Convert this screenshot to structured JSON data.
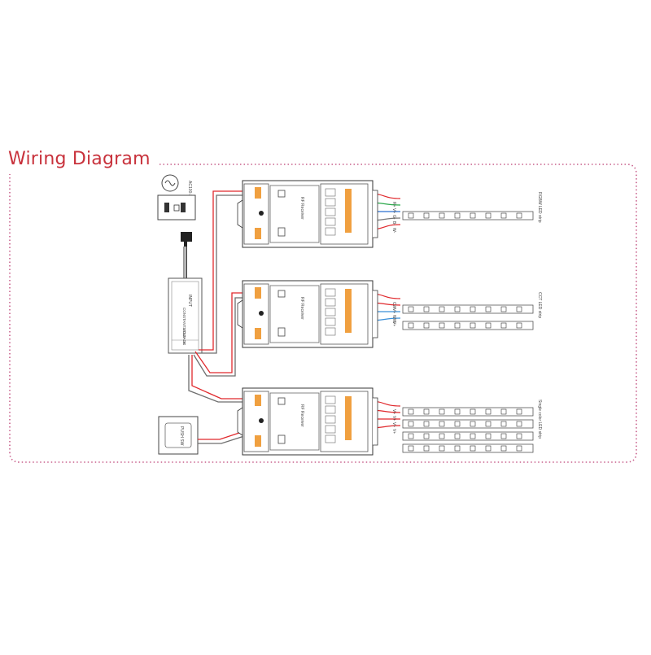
{
  "title": "Wiring Diagram",
  "power_outlet": {
    "label": "AC100-240V"
  },
  "power_supply": {
    "input_label": "INPUT",
    "spec_label": "CONSTANT VOLTAGE",
    "output_label": "12/24V DC"
  },
  "receiver_label": "RF Receiver",
  "receivers": [
    {
      "pins": [
        "R+",
        "V+",
        "G-",
        "B-",
        "W-"
      ],
      "strip_label": "RGBW LED strip"
    },
    {
      "pins": [
        "CW-",
        "V+",
        "WW-",
        "V+"
      ],
      "strip_label": "CCT LED strip"
    },
    {
      "pins": [
        "V+",
        "V+",
        "V+",
        "V+"
      ],
      "strip_label": "Single color LED strip"
    }
  ],
  "wall_switch": {
    "label": "PUSH SW"
  },
  "colors": {
    "accent": "#c8323c",
    "border": "#c8608c",
    "wire_red": "#e0282c",
    "wire_gray": "#6e6e6e"
  }
}
